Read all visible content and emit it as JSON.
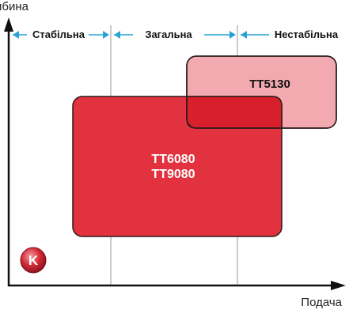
{
  "axes": {
    "y_label": "Глибина",
    "x_label": "Подача"
  },
  "zones": [
    {
      "label": "Стабільна"
    },
    {
      "label": "Загальна"
    },
    {
      "label": "Нестабільна"
    }
  ],
  "boxes": {
    "main": {
      "line1": "TT6080",
      "line2": "TT9080"
    },
    "secondary": {
      "line1": "TT5130"
    }
  },
  "logo": {
    "letter": "K"
  },
  "colors": {
    "zone_arrow": "#29a3d6",
    "main_box": "#e3323f",
    "secondary_box": "#f2a9b0",
    "overlap": "#d8202c"
  }
}
